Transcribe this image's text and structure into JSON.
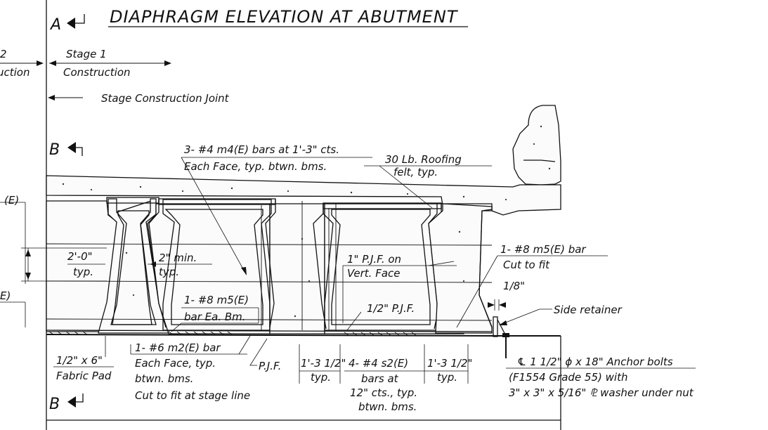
{
  "title": "DIAPHRAGM ELEVATION AT ABUTMENT",
  "section_a": "A",
  "section_b_top": "B",
  "section_b_bottom": "B",
  "stage2_line1": "2",
  "stage2_line2": "uction",
  "stage1_line1": "Stage 1",
  "stage1_line2": "Construction",
  "stage_joint": "Stage Construction Joint",
  "callouts": {
    "m4_line1": "3- #4 m4(E) bars at 1'-3\" cts.",
    "m4_line2": "Each Face, typ. btwn. bms.",
    "roofing_line1": "30 Lb. Roofing",
    "roofing_line2": "felt, typ.",
    "left_e_top": "(E)",
    "left_e_bottom": "E)",
    "dim_2ft_line1": "2'-0\"",
    "dim_2ft_line2": "typ.",
    "min2_line1": "2\" min.",
    "min2_line2": "typ.",
    "pjf_vert_line1": "1\" P.J.F. on",
    "pjf_vert_line2": "Vert. Face",
    "m5_right_line1": "1- #8 m5(E) bar",
    "m5_right_line2": "Cut to fit",
    "eighth": "1/8\"",
    "m5_mid_line1": "1- #8 m5(E)",
    "m5_mid_line2": "bar Ea. Bm.",
    "half_pjf": "1/2\" P.J.F.",
    "side_retainer": "Side retainer",
    "fabric_line1": "1/2\" x 6\"",
    "fabric_line2": "Fabric Pad",
    "m2_line1": "1- #6 m2(E) bar",
    "m2_line2": "Each Face, typ.",
    "m2_line3": "btwn. bms.",
    "m2_line4": "Cut to fit at stage line",
    "pjf": "P.J.F.",
    "dim_left_line1": "1'-3 1/2\"",
    "dim_left_line2": "typ.",
    "s2_line1": "4- #4 s2(E)",
    "s2_line2": "bars at",
    "s2_line3": "12\" cts., typ.",
    "s2_line4": "btwn. bms.",
    "dim_right_line1": "1'-3 1/2\"",
    "dim_right_line2": "typ.",
    "anchor_line1": "℄ 1 1/2\" ϕ x 18\" Anchor bolts",
    "anchor_line2": "(F1554 Grade 55) with",
    "anchor_line3": "3\" x 3\" x 5/16\" ⅊ washer under nut"
  }
}
